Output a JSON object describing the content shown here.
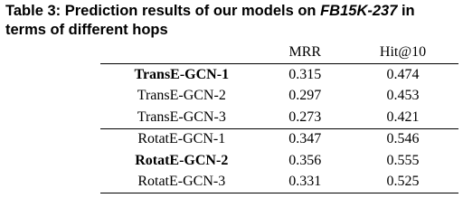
{
  "caption": {
    "prefix": "Table 3: Prediction results of our models on ",
    "dataset": "FB15K-237",
    "suffix": " in",
    "line2": "terms of different hops"
  },
  "table": {
    "columns": [
      "",
      "MRR",
      "Hit@10"
    ],
    "rows": [
      {
        "model": "TransE-GCN-1",
        "mrr": "0.315",
        "hit10": "0.474"
      },
      {
        "model": "TransE-GCN-2",
        "mrr": "0.297",
        "hit10": "0.453"
      },
      {
        "model": "TransE-GCN-3",
        "mrr": "0.273",
        "hit10": "0.421"
      },
      {
        "model": "RotatE-GCN-1",
        "mrr": "0.347",
        "hit10": "0.546"
      },
      {
        "model": "RotatE-GCN-2",
        "mrr": "0.356",
        "hit10": "0.555"
      },
      {
        "model": "RotatE-GCN-3",
        "mrr": "0.331",
        "hit10": "0.525"
      }
    ]
  }
}
